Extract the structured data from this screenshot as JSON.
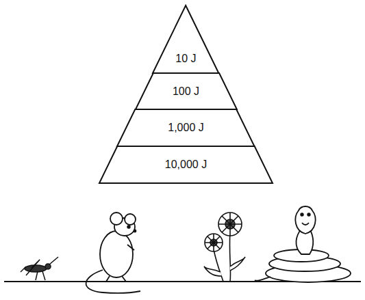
{
  "diagram": {
    "nodes": [
      {
        "text": [
          "10 J"
        ]
      },
      {
        "text": [
          "100 J"
        ]
      },
      {
        "text": [
          "1,000 J"
        ]
      },
      {
        "text": [
          "10,000 J"
        ]
      }
    ]
  }
}
